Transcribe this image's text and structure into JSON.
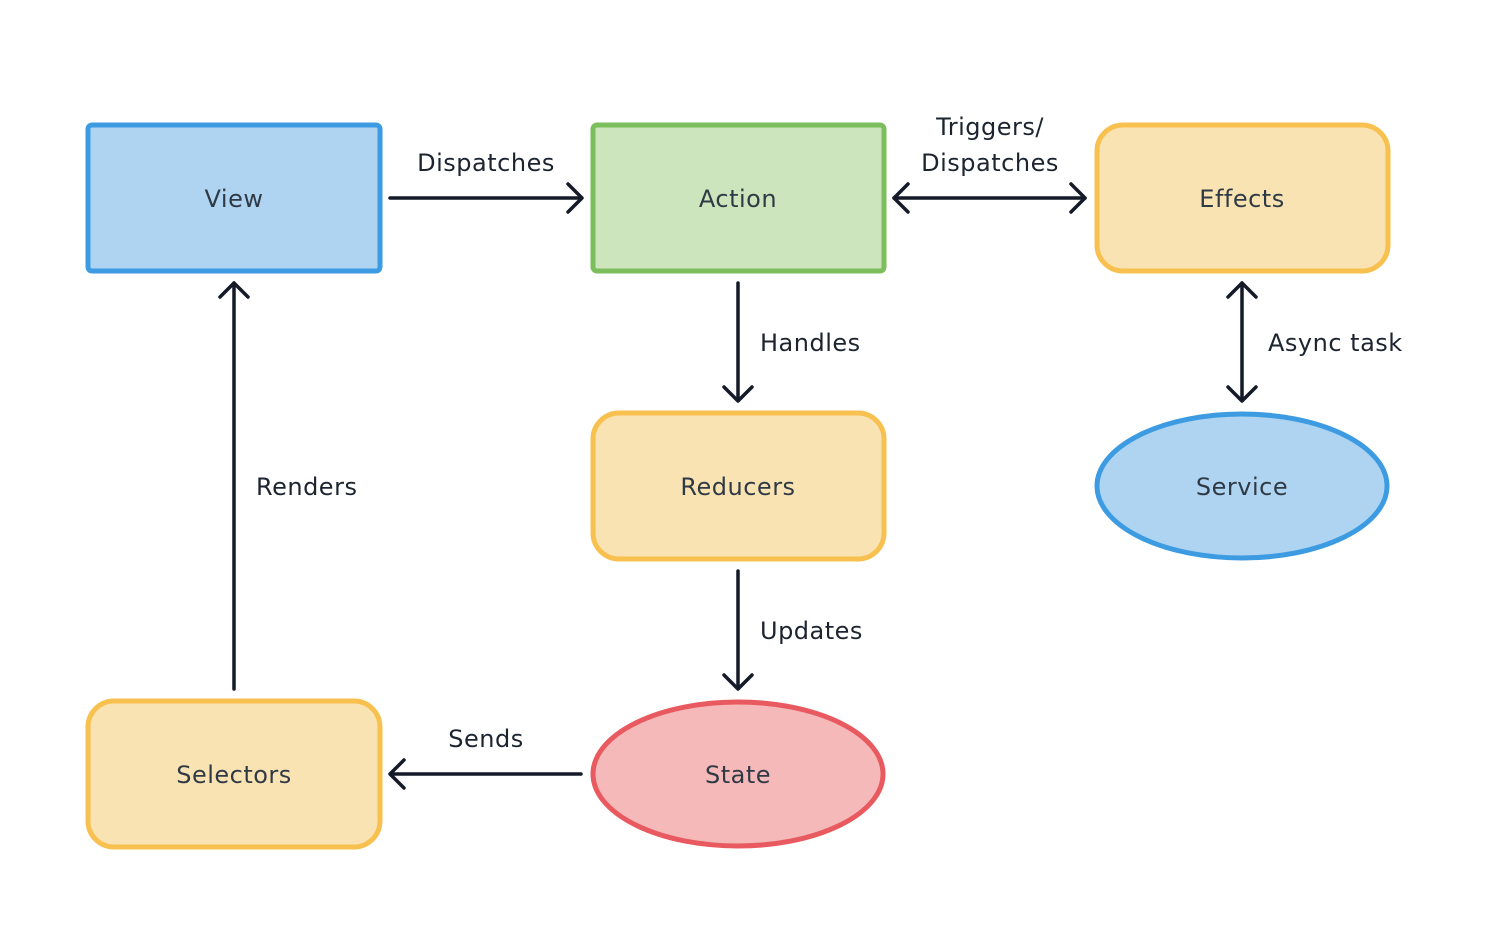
{
  "nodes": {
    "view": {
      "label": "View",
      "shape": "rectangle",
      "fill": "#aed4f2",
      "stroke": "#3d9be2"
    },
    "action": {
      "label": "Action",
      "shape": "rectangle",
      "fill": "#cde5bd",
      "stroke": "#7cbd5c"
    },
    "effects": {
      "label": "Effects",
      "shape": "rounded-rectangle",
      "fill": "#fae3b3",
      "stroke": "#f7c04f"
    },
    "reducers": {
      "label": "Reducers",
      "shape": "rounded-rectangle",
      "fill": "#fae3b3",
      "stroke": "#f7c04f"
    },
    "service": {
      "label": "Service",
      "shape": "ellipse",
      "fill": "#aed4f2",
      "stroke": "#3d9be2"
    },
    "selectors": {
      "label": "Selectors",
      "shape": "rounded-rectangle",
      "fill": "#fae3b3",
      "stroke": "#f7c04f"
    },
    "state": {
      "label": "State",
      "shape": "ellipse",
      "fill": "#f5b9b9",
      "stroke": "#e85a5f"
    }
  },
  "edges": {
    "view_action": {
      "from": "View",
      "to": "Action",
      "label": "Dispatches",
      "direction": "forward"
    },
    "action_effects": {
      "from": "Action",
      "to": "Effects",
      "label_line1": "Triggers/",
      "label_line2": "Dispatches",
      "direction": "both"
    },
    "action_reducers": {
      "from": "Action",
      "to": "Reducers",
      "label": "Handles",
      "direction": "forward"
    },
    "effects_service": {
      "from": "Effects",
      "to": "Service",
      "label": "Async task",
      "direction": "both"
    },
    "reducers_state": {
      "from": "Reducers",
      "to": "State",
      "label": "Updates",
      "direction": "forward"
    },
    "state_selectors": {
      "from": "State",
      "to": "Selectors",
      "label": "Sends",
      "direction": "forward"
    },
    "selectors_view": {
      "from": "Selectors",
      "to": "View",
      "label": "Renders",
      "direction": "forward"
    }
  },
  "colors": {
    "edge": "#141a28",
    "label_text": "#2f3a45"
  }
}
